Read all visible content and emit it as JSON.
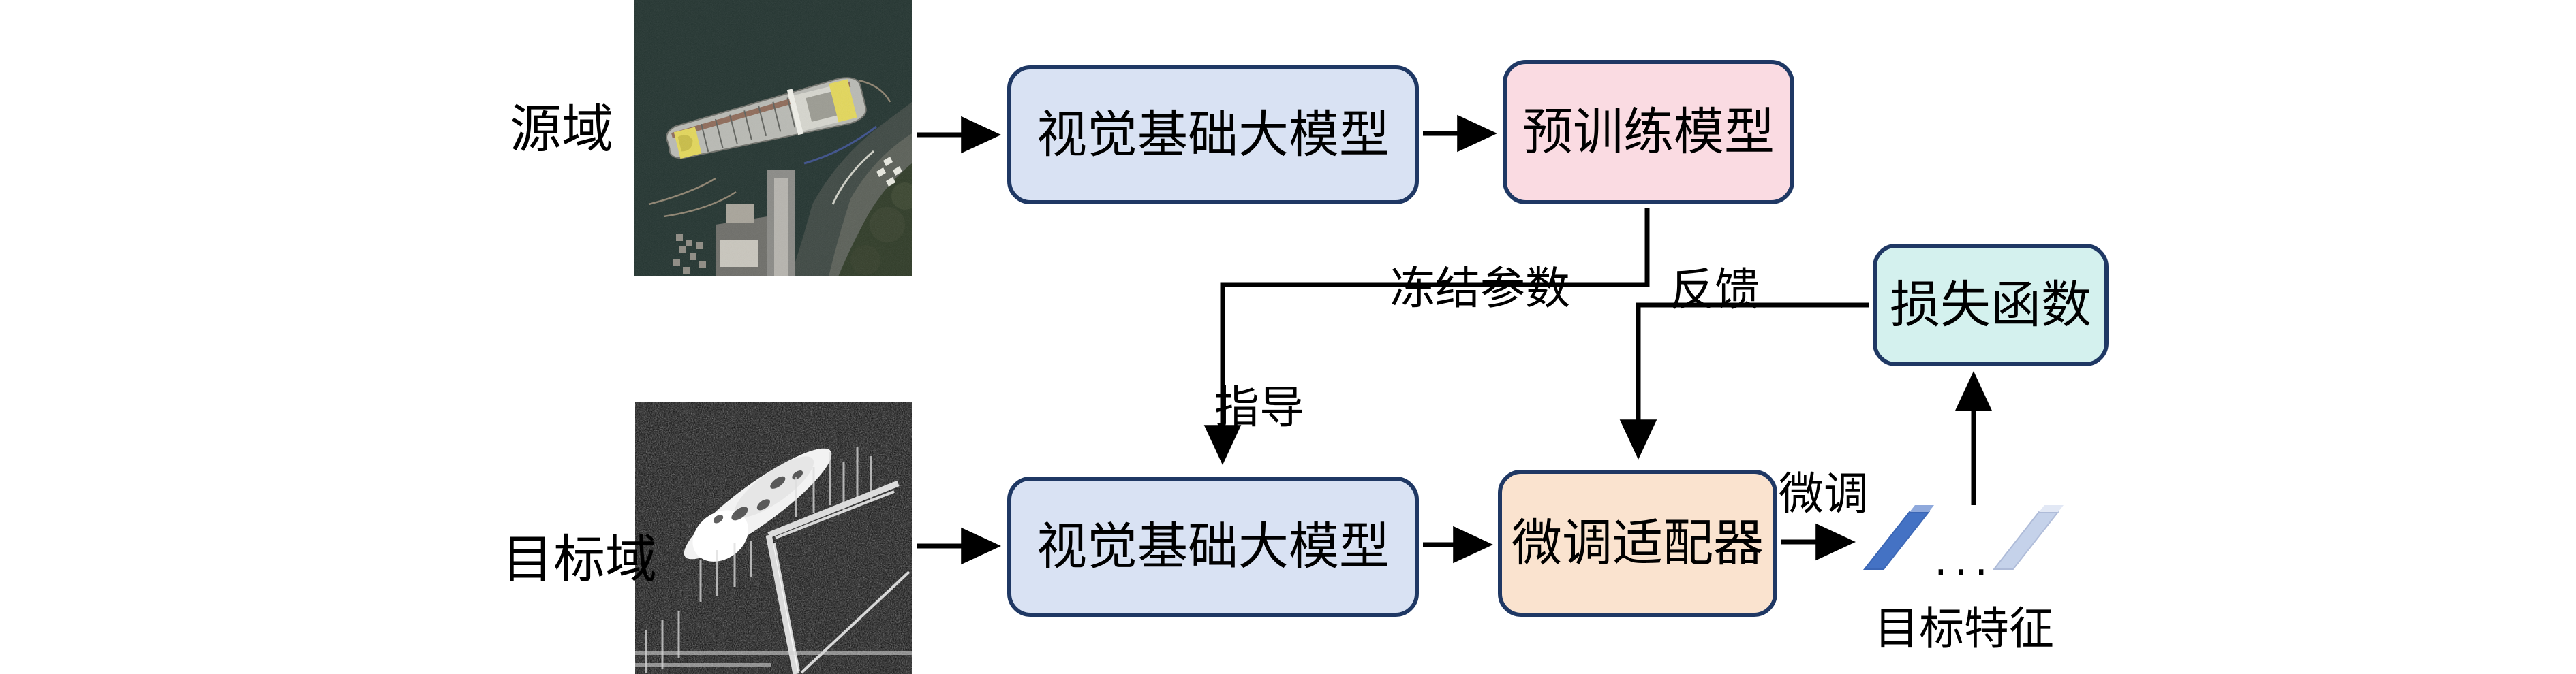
{
  "diagram": {
    "title": "domain-adaptation-finetuning-pipeline",
    "nodes": {
      "vfm_top": "视觉基础大模型",
      "pretrained": "预训练模型",
      "loss": "损失函数",
      "vfm_bottom": "视觉基础大模型",
      "adapter": "微调适配器"
    },
    "side_labels": {
      "source_domain": "源域",
      "target_domain": "目标域"
    },
    "edge_labels": {
      "freeze_params": "冻结参数",
      "feedback": "反馈",
      "guide": "指导",
      "finetune": "微调",
      "target_feature": "目标特征",
      "ellipsis": "..."
    },
    "images": {
      "source_caption": "optical-satellite-ship-at-pier",
      "target_caption": "sar-ship-at-pier"
    },
    "colors": {
      "node_border": "#1f3864",
      "vfm_fill": "#d9e2f3",
      "pretrained_fill": "#fadbe2",
      "loss_fill": "#d4f1ee",
      "adapter_fill": "#fae3cf",
      "feature_bar_dark": "#4472c4",
      "feature_bar_light": "#c5d2ea",
      "arrow": "#000000"
    }
  }
}
